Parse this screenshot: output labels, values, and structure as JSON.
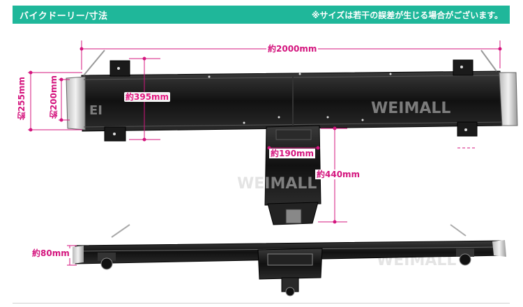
{
  "header": {
    "title": "バイクドーリー/寸法",
    "note": "※サイズは若干の誤差が生じる場合がございます。"
  },
  "dimensions": {
    "length": "約2000mm",
    "width_inner": "約395mm",
    "width_outer_255": "約255mm",
    "width_200": "約200mm",
    "receiver_width": "約190mm",
    "receiver_length": "約440mm",
    "height": "約80mm"
  },
  "watermark": "WEIMALL",
  "colors": {
    "header_bg": "#1fb79a",
    "dimension": "#d4157e"
  }
}
